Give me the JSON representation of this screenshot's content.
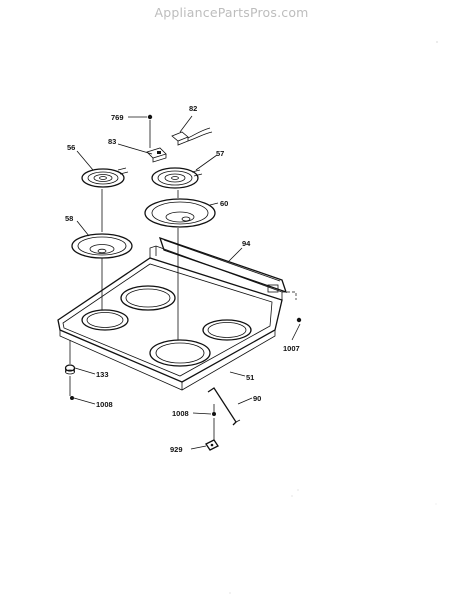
{
  "watermark": "AppliancePartsPros.com",
  "parts": {
    "p769": "769",
    "p82": "82",
    "p83": "83",
    "p56": "56",
    "p57": "57",
    "p58": "58",
    "p60": "60",
    "p94": "94",
    "p1007": "1007",
    "p133": "133",
    "p51": "51",
    "p1008a": "1008",
    "p1008b": "1008",
    "p90": "90",
    "p929": "929"
  }
}
